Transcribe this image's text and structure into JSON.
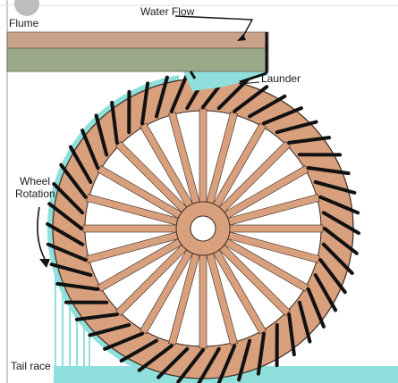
{
  "labels": {
    "flume": "Flume",
    "water_flow": "Water Flow",
    "launder": "Launder",
    "wheel_rotation_line1": "Wheel",
    "wheel_rotation_line2": "Rotation",
    "tail_race": "Tail race"
  },
  "wheel": {
    "spoke_count": 24,
    "bucket_count": 48
  },
  "colors": {
    "wood": "#d9a07e",
    "wood_outline": "#3a2a22",
    "water": "#8fe0dc",
    "flume_top": "#caa28a",
    "flume_bottom": "#9aa98a",
    "bucket_blade": "#111111",
    "background": "#ffffff"
  }
}
